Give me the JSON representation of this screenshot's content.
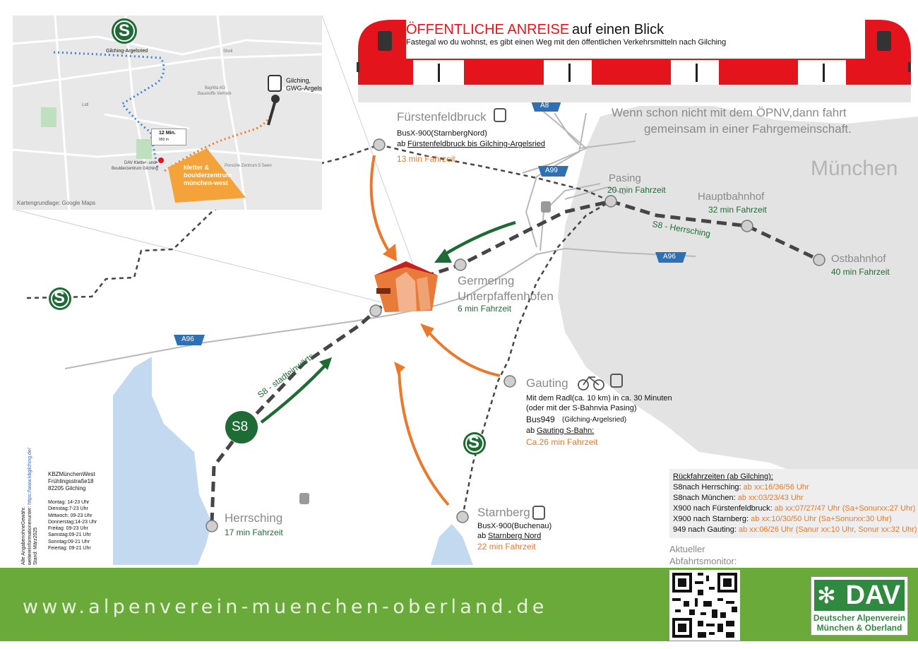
{
  "header": {
    "title": "ÖFFENTLICHE ANREISE",
    "title_suffix": "auf einen Blick",
    "subtitle": "Fastegal wo du wohnst, es gibt einen Weg mit den öffentlichen Verkehrsmitteln nach Gilching"
  },
  "notice": {
    "line1": "Wenn schon nicht mit dem ÖPNV,dann fahrt",
    "line2": "gemeinsam in einer Fahrgemeinschaft."
  },
  "city_label": "München",
  "highways": {
    "a8": "A8",
    "a99": "A99",
    "a96_east": "A96",
    "a96_west": "A96"
  },
  "inset_map": {
    "station": "Gilching-Argelsried",
    "bus_stop_line1": "Gilching,",
    "bus_stop_line2": "GWG-Argelsried",
    "walk_time": "12 Min.",
    "walk_distance": "950 m",
    "gym_label_line1": "DAV Kletter- und",
    "gym_label_line2": "Boulderzentrum Gilching",
    "gym_sign_line1": "kletter &",
    "gym_sign_line2": "boulderzentrum",
    "gym_sign_line3": "münchen-west",
    "credit": "Kartengrundlage: Google Maps",
    "poi_bayware": "BayWa AG",
    "poi_bayware2": "Baustoffe Vertrieb",
    "poi_lidl": "Lidl",
    "poi_porsche": "Porsche Zentrum 5 Seen",
    "poi_shell": "Shell"
  },
  "stations": {
    "fuerstenfeldbruck": {
      "name": "Fürstenfeldbruck",
      "line1": "BusX-900(StarnbergNord)",
      "line2_prefix": "ab",
      "line2_link": "Fürstenfeldbruck bis Gilching-Argelsried",
      "time": "13 min Fahrzeit"
    },
    "pasing": {
      "name": "Pasing",
      "time": "20 min Fahrzeit"
    },
    "hauptbahnhof": {
      "name": "Hauptbahnhof",
      "time": "32 min Fahrzeit"
    },
    "ostbahnhof": {
      "name": "Ostbahnhof",
      "time": "40 min Fahrzeit"
    },
    "germering": {
      "name_line1": "Germering",
      "name_line2": "Unterpfaffenhofen",
      "time": "6 min Fahrzeit"
    },
    "gauting": {
      "name": "Gauting",
      "line1": "Mit dem Radl(ca. 10 km) in ca. 30 Minuten",
      "line2": "(oder mit der S-Bahnvia Pasing)",
      "bus": "Bus949",
      "bus_suffix": "(Gilching-Argelsried)",
      "line4_prefix": "ab",
      "line4_link": "Gauting S-Bahn:",
      "time": "Ca.26 min Fahrzeit"
    },
    "starnberg": {
      "name": "Starnberg",
      "line1": "BusX-900(Buchenau)",
      "line2_prefix": "ab",
      "line2_link": "Starnberg Nord",
      "time": "22 min Fahrzeit"
    },
    "herrsching": {
      "name": "Herrsching",
      "time": "17 min Fahrzeit"
    }
  },
  "lines": {
    "s8_herrsching": "S8 - Herrsching",
    "s8_stadteinwaerts": "S8 - stadteinwärts",
    "s8_badge": "S8",
    "s_logo": "S"
  },
  "return_times": {
    "title": "Rückfahrzeiten (ab Gilching):",
    "rows": [
      {
        "label": "S8nach Herrsching:",
        "times": "ab xx:16/36/56  Uhr",
        "orange": false
      },
      {
        "label": "S8nach München:",
        "times": "ab xx:03/23/43  Uhr",
        "orange": false
      },
      {
        "label": "X900 nach Fürstenfeldbruck:",
        "times": "ab xx:07/27/47  Uhr (Sa+Sonurxx:27 Uhr)",
        "orange": true
      },
      {
        "label": "X900 nach Starnberg:",
        "times": "ab  xx:10/30/50  Uhr (Sa+Sonurxx:30 Uhr)",
        "orange": true
      },
      {
        "label": "949 nach Gauting:",
        "times": "ab xx:06/26 Uhr (Sanur xx:10 Uhr, Sonur xx:32 Uhr)",
        "orange": true
      }
    ]
  },
  "monitor": {
    "line1": "Aktueller",
    "line2": "Abfahrtsmonitor:"
  },
  "address": {
    "name": "KBZMünchenWest",
    "street": "Frühlingsstraße18",
    "city": "82205 Gilching"
  },
  "opening_hours": [
    "Montag: 14-23 Uhr",
    "Dienstag:7-23 Uhr",
    "Mittwoch:  09-23 Uhr",
    "Donnerstag:14-23 Uhr",
    "Freitag: 09-23 Uhr",
    "Samstag:09-21 Uhr",
    "Sonntag:09-21 Uhr",
    "Feiertag: 09-21 Uhr"
  ],
  "disclaimer": {
    "line1": "Alle AngabenohneGewähr.",
    "line2_prefix": "weitereInformationenunter:",
    "line2_link": "https://www.kbgilching.de/",
    "line3": "Stand: März2025"
  },
  "footer": {
    "website": "www.alpenverein-muenchen-oberland.de",
    "dav_logo": "DAV",
    "dav_line1": "Deutscher Alpenverein",
    "dav_line2": "München & Oberland"
  },
  "colors": {
    "train_red": "#e3141c",
    "footer_green": "#6aaa3a",
    "route_green": "#1f6b35",
    "route_orange": "#e8792d",
    "lake_blue": "#c2d9ef",
    "region_gray": "#e3e3e3"
  }
}
